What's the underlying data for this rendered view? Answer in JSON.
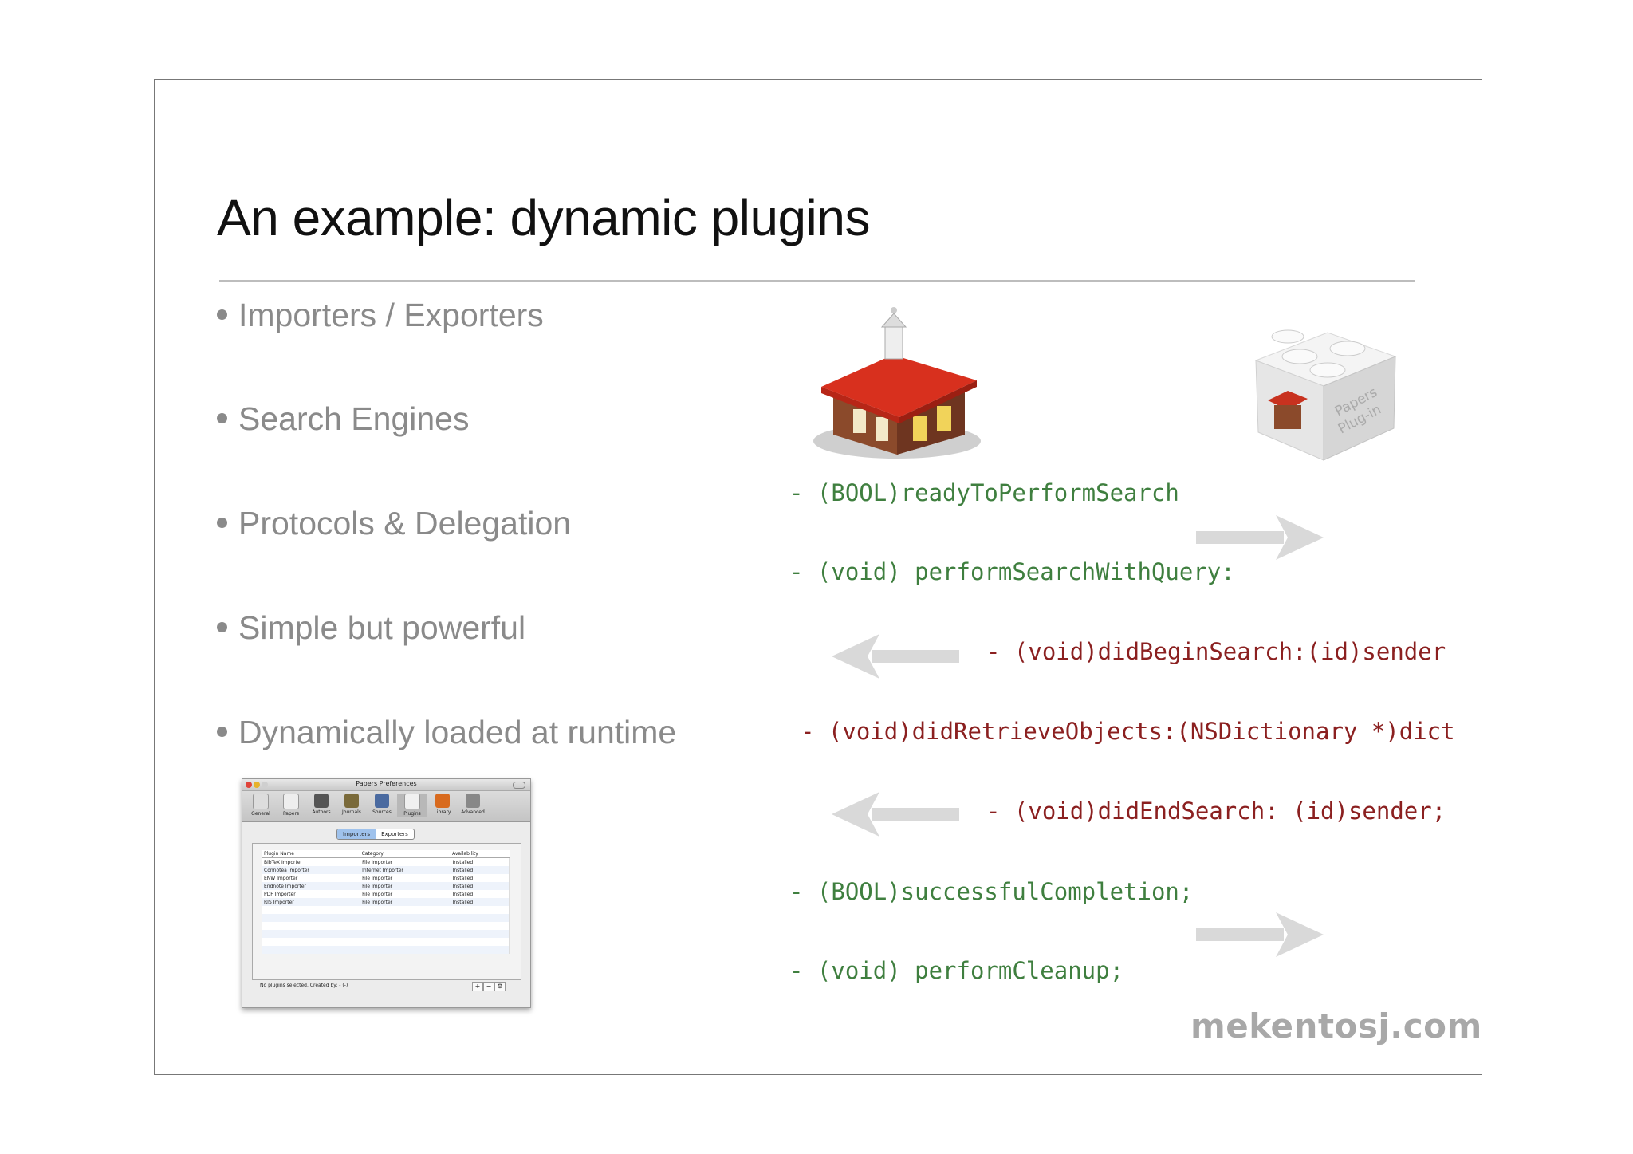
{
  "slide": {
    "title": "An example: dynamic plugins",
    "bullets": [
      "Importers / Exporters",
      "Search Engines",
      "Protocols & Delegation",
      "Simple but powerful",
      "Dynamically loaded at runtime"
    ],
    "code_lines": [
      {
        "text": "- (BOOL)readyToPerformSearch",
        "color": "#3f7f3f"
      },
      {
        "text": "- (void) performSearchWithQuery:",
        "color": "#3f7f3f"
      },
      {
        "text": "- (void)didBeginSearch:(id)sender",
        "color": "#8b2020"
      },
      {
        "text": "- (void)didRetrieveObjects:(NSDictionary *)dict",
        "color": "#8b2020"
      },
      {
        "text": "- (void)didEndSearch: (id)sender;",
        "color": "#8b2020"
      },
      {
        "text": "- (BOOL)successfulCompletion;",
        "color": "#3f7f3f"
      },
      {
        "text": "- (void) performCleanup;",
        "color": "#3f7f3f"
      }
    ],
    "plugin_label": [
      "Papers",
      "Plug-in"
    ],
    "watermark": "mekentosj.com"
  },
  "prefs_window": {
    "title": "Papers Preferences",
    "toolbar": [
      "General",
      "Papers",
      "Authors",
      "Journals",
      "Sources",
      "Plugins",
      "Library",
      "Advanced"
    ],
    "segments": [
      "Importers",
      "Exporters"
    ],
    "columns": [
      "Plugin Name",
      "Category",
      "Availability"
    ],
    "rows": [
      [
        "BibTeX Importer",
        "File Importer",
        "Installed"
      ],
      [
        "Connotea Importer",
        "Internet Importer",
        "Installed"
      ],
      [
        "ENW Importer",
        "File Importer",
        "Installed"
      ],
      [
        "Endnote Importer",
        "File Importer",
        "Installed"
      ],
      [
        "PDF Importer",
        "File Importer",
        "Installed"
      ],
      [
        "RIS Importer",
        "File Importer",
        "Installed"
      ]
    ],
    "status": "No plugins selected. Created by: - (-)"
  }
}
